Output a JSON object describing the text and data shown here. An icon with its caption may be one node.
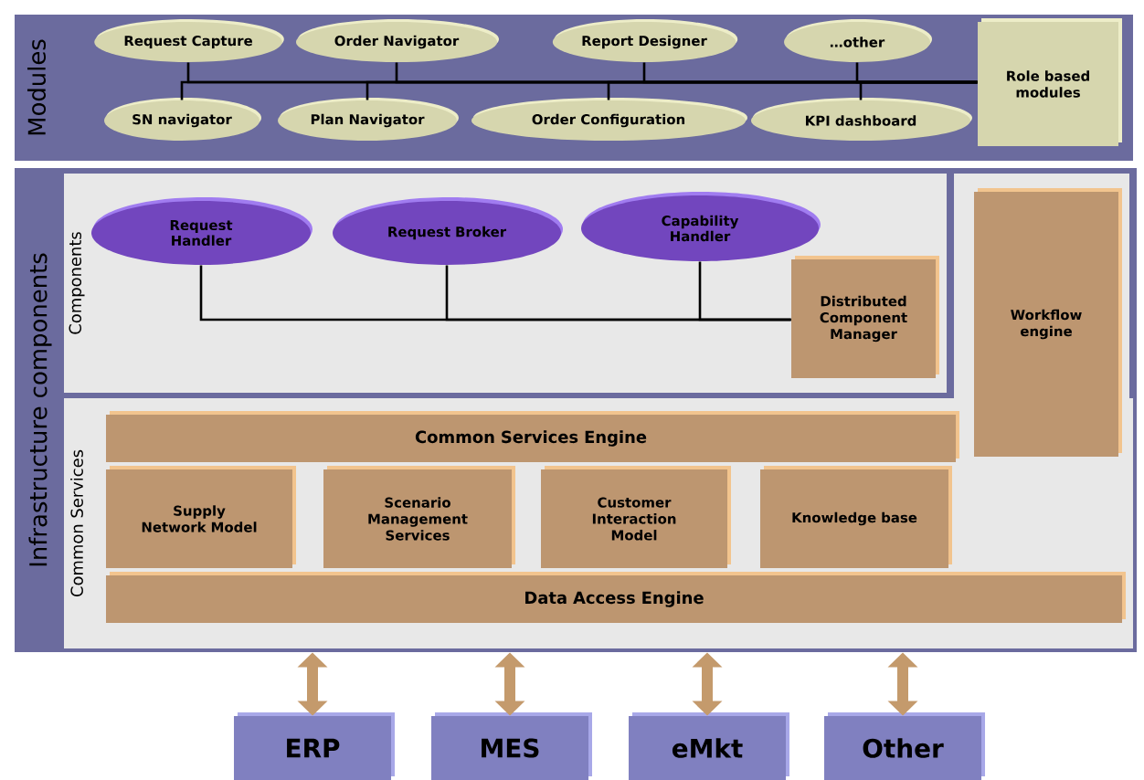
{
  "diagram": {
    "nodes": [
      {
        "text": [
          "Modules"
        ]
      },
      {
        "text": [
          "Request Capture"
        ],
        "in": 0
      },
      {
        "text": [
          "Order Navigator"
        ],
        "in": 0
      },
      {
        "text": [
          "Report Designer"
        ],
        "in": 0
      },
      {
        "text": [
          "…other"
        ],
        "in": 0
      },
      {
        "text": [
          "SN navigator"
        ],
        "in": 0
      },
      {
        "text": [
          "Plan Navigator"
        ],
        "in": 0
      },
      {
        "text": [
          "Order Configuration"
        ],
        "in": 0
      },
      {
        "text": [
          "KPI dashboard"
        ],
        "in": 0
      },
      {
        "text": [
          "Role based modules"
        ],
        "in": 0
      },
      {
        "text": [
          "Infrastructure components"
        ]
      },
      {
        "text": [
          "Components"
        ],
        "in": 10
      },
      {
        "text": [
          "Request Handler"
        ],
        "in": 11
      },
      {
        "text": [
          "Request Broker"
        ],
        "in": 11
      },
      {
        "text": [
          "Capability Handler"
        ],
        "in": 11
      },
      {
        "text": [
          "Distributed Component Manager"
        ],
        "in": 11
      },
      {
        "text": [
          "Common Services"
        ],
        "in": 10
      },
      {
        "text": [
          "Common Services Engine"
        ],
        "in": 16
      },
      {
        "text": [
          "Supply Network Model"
        ],
        "in": 16
      },
      {
        "text": [
          "Scenario Management Services"
        ],
        "in": 16
      },
      {
        "text": [
          "Customer Interaction Model"
        ],
        "in": 16
      },
      {
        "text": [
          "Knowledge base"
        ],
        "in": 16
      },
      {
        "text": [
          "Data Access Engine"
        ],
        "in": 16
      },
      {
        "text": [
          "Workflow engine"
        ],
        "in": 10
      },
      {
        "text": [
          "ERP"
        ]
      },
      {
        "text": [
          "MES"
        ]
      },
      {
        "text": [
          "eMkt"
        ]
      },
      {
        "text": [
          "Other"
        ]
      }
    ],
    "edges": [
      {
        "from": 1,
        "to": 9,
        "arrow": "none"
      },
      {
        "from": 2,
        "to": 9,
        "arrow": "none"
      },
      {
        "from": 3,
        "to": 9,
        "arrow": "none"
      },
      {
        "from": 4,
        "to": 9,
        "arrow": "none"
      },
      {
        "from": 5,
        "to": 9,
        "arrow": "none"
      },
      {
        "from": 6,
        "to": 9,
        "arrow": "none"
      },
      {
        "from": 7,
        "to": 9,
        "arrow": "none"
      },
      {
        "from": 8,
        "to": 9,
        "arrow": "none"
      },
      {
        "from": 12,
        "to": 15,
        "arrow": "none"
      },
      {
        "from": 13,
        "to": 15,
        "arrow": "none"
      },
      {
        "from": 14,
        "to": 15,
        "arrow": "none"
      },
      {
        "from": 10,
        "to": 24,
        "arrow": "both",
        "style": "thick",
        "color": "#c49a6c"
      },
      {
        "from": 10,
        "to": 25,
        "arrow": "both",
        "style": "thick",
        "color": "#c49a6c"
      },
      {
        "from": 10,
        "to": 26,
        "arrow": "both",
        "style": "thick",
        "color": "#c49a6c"
      },
      {
        "from": 10,
        "to": 27,
        "arrow": "both",
        "style": "thick",
        "color": "#c49a6c"
      }
    ]
  }
}
